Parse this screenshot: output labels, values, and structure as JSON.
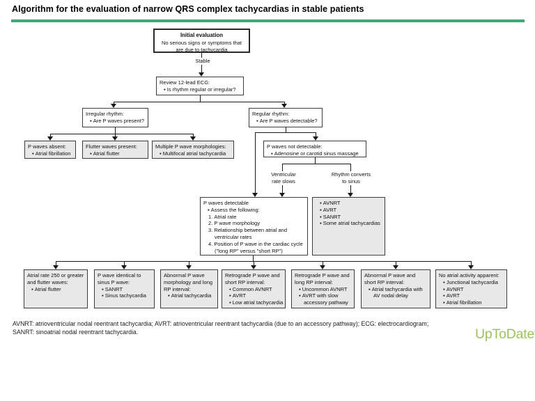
{
  "page": {
    "title": "Algorithm for the evaluation of narrow QRS complex tachycardias in stable patients"
  },
  "nodes": {
    "initial": {
      "title": "Initial evaluation",
      "body": "No serious signs or symptoms that are due to tachycardia"
    },
    "review": {
      "title": "Review 12-lead ECG:",
      "items": [
        "Is rhythm regular or irregular?"
      ]
    },
    "irregular": {
      "title": "Irregular rhythm:",
      "items": [
        "Are P waves present?"
      ]
    },
    "regular": {
      "title": "Regular rhythm:",
      "items": [
        "Are P waves detectable?"
      ]
    },
    "p_waves_absent": {
      "title": "P waves absent:",
      "items": [
        "Atrial fibrillation"
      ]
    },
    "flutter_waves": {
      "title": "Flutter waves present:",
      "items": [
        "Atrial flutter"
      ]
    },
    "multiple_morphologies": {
      "title": "Multiple P wave morphologies:",
      "items": [
        "Multifocal atrial tachycardia"
      ]
    },
    "not_detectable": {
      "title": "P waves not detectable:",
      "items": [
        "Adenosine or carotid sinus massage"
      ]
    },
    "detectable": {
      "title": "P waves detectable",
      "items": [
        "Assess the following:"
      ],
      "numbered": [
        "Atrial rate",
        "P wave morphology",
        "Relationship between atrial and ventricular rates",
        "Position of P wave in the cardiac cycle (\"long RP\" versus \"short RP\")"
      ]
    },
    "converts_outcomes": {
      "items": [
        "AVNRT",
        "AVRT",
        "SANRT",
        "Some atrial tachycardias"
      ]
    },
    "flutter_250": {
      "title": "Atrial rate 250 or greater and flutter waves:",
      "items": [
        "Atrial flutter"
      ]
    },
    "sinus_identical": {
      "title": "P wave identical to sinus P wave:",
      "items": [
        "SANRT",
        "Sinus tachycardia"
      ]
    },
    "abnormal_long_rp": {
      "title": "Abnormal P wave morphology and long RP interval:",
      "items": [
        "Atrial tachycardia"
      ]
    },
    "retro_short_rp": {
      "title": "Retrograde P wave and short RP interval:",
      "items": [
        "Common AVNRT",
        "AVRT",
        "Low atrial tachycardia"
      ]
    },
    "retro_long_rp": {
      "title": "Retrograde P wave and long RP interval:",
      "items": [
        "Uncommon AVNRT",
        "AVRT with slow accessory pathway"
      ]
    },
    "abnormal_short_rp": {
      "title": "Abnormal P wave and short RP interval:",
      "items": [
        "Atrial tachycardia with AV nodal delay"
      ]
    },
    "no_atrial_activity": {
      "title": "No atrial activity apparent:",
      "items": [
        "Junctional tachycardia",
        "AVNRT",
        "AVRT",
        "Atrial fibrillation"
      ]
    }
  },
  "edge_labels": {
    "stable": "Stable",
    "vent_slows_1": "Ventricular",
    "vent_slows_2": "rate slows",
    "converts_1": "Rhythm converts",
    "converts_2": "to sinus"
  },
  "footer": {
    "line1": "AVNRT: atrioventricular nodal reentrant tachycardia; AVRT: atrioventricular reentrant tachycardia (due to an accessory pathway); ECG: electrocardiogram;",
    "line2": "SANRT: sinoatrial nodal reentrant tachycardia."
  },
  "logo": {
    "text": "UpToDate",
    "mark": "®"
  },
  "colors": {
    "accent_green": "#2E9C66",
    "logo_green": "#9CC25E",
    "box_gray": "#E8E8E8"
  }
}
